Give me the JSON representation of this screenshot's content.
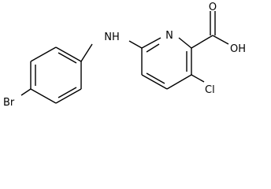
{
  "molecule": {
    "atoms": {
      "bromine": "Br",
      "amine_nitrogen": "NH",
      "ring_nitrogen": "N",
      "carbonyl_oxygen": "O",
      "hydroxyl": "OH",
      "chlorine": "Cl"
    }
  }
}
